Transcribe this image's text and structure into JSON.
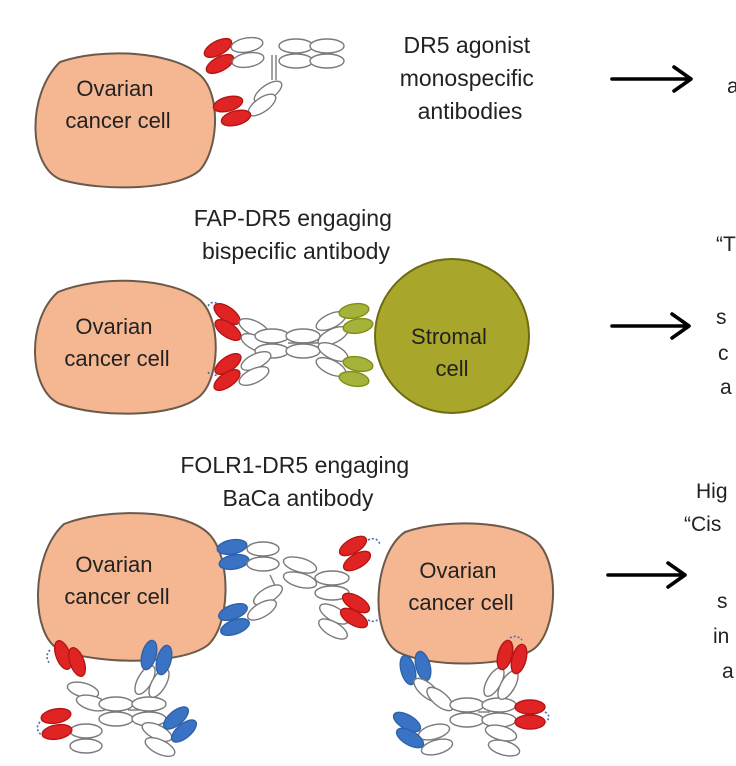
{
  "colors": {
    "cancer_cell_fill": "#f5b792",
    "stromal_cell_fill": "#a8a62b",
    "red_domain": "#e02424",
    "blue_domain": "#3b73c4",
    "olive_domain": "#a5b33a",
    "antibody_outline": "#7a7a7a"
  },
  "panels": [
    {
      "label_lines": [
        "DR5 agonist",
        "monospecific",
        "antibodies"
      ],
      "cells": [
        {
          "lines": [
            "Ovarian",
            "cancer cell"
          ]
        }
      ],
      "result_fragments": [
        "a"
      ]
    },
    {
      "label_lines": [
        "FAP-DR5 engaging",
        "bispecific antibody"
      ],
      "cells": [
        {
          "lines": [
            "Ovarian",
            "cancer cell"
          ]
        },
        {
          "lines": [
            "Stromal",
            "cell"
          ]
        }
      ],
      "result_fragments": [
        "“T",
        "s",
        "c",
        "a"
      ]
    },
    {
      "label_lines": [
        "FOLR1-DR5 engaging",
        "BaCa antibody"
      ],
      "cells": [
        {
          "lines": [
            "Ovarian",
            "cancer cell"
          ]
        },
        {
          "lines": [
            "Ovarian",
            "cancer cell"
          ]
        }
      ],
      "result_fragments": [
        "Hig",
        "“Cis",
        "s",
        "in",
        "a"
      ]
    }
  ]
}
